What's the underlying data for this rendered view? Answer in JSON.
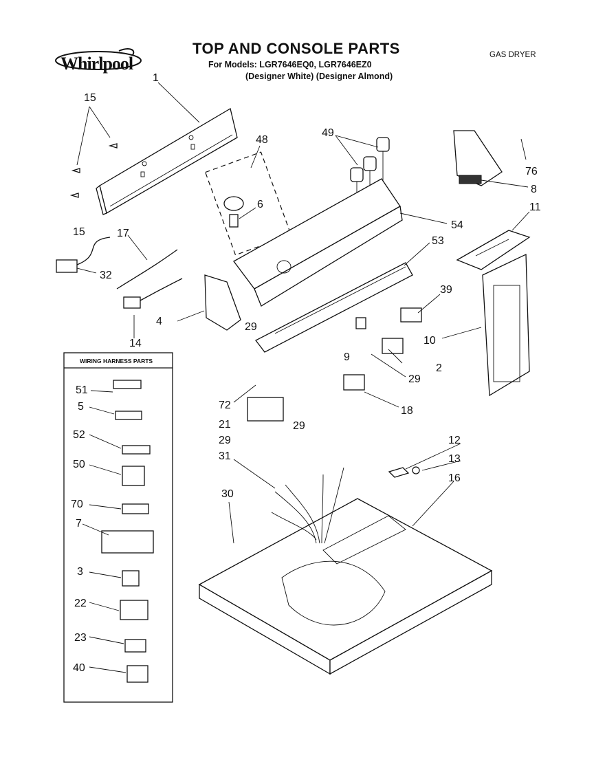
{
  "header": {
    "brand": "Whirlpool",
    "title": "TOP AND CONSOLE PARTS",
    "models_line": "For Models: LGR7646EQ0, LGR7646EZ0",
    "colors_line": "(Designer White) (Designer Almond)",
    "product_type": "GAS DRYER"
  },
  "wiring_panel": {
    "title": "WIRING HARNESS PARTS",
    "labels": [
      "51",
      "5",
      "52",
      "50",
      "70",
      "7",
      "3",
      "22",
      "23",
      "40"
    ]
  },
  "callouts": {
    "c1": "1",
    "c15a": "15",
    "c15b": "15",
    "c48": "48",
    "c6": "6",
    "c49": "49",
    "c76": "76",
    "c8": "8",
    "c11": "11",
    "c54": "54",
    "c53": "53",
    "c17": "17",
    "c32": "32",
    "c4": "4",
    "c14": "14",
    "c29a": "29",
    "c39": "39",
    "c10": "10",
    "c9": "9",
    "c2": "2",
    "c29b": "29",
    "c72": "72",
    "c21": "21",
    "c29c": "29",
    "c18": "18",
    "c29d": "29",
    "c12": "12",
    "c13": "13",
    "c31": "31",
    "c16": "16",
    "c30": "30"
  }
}
